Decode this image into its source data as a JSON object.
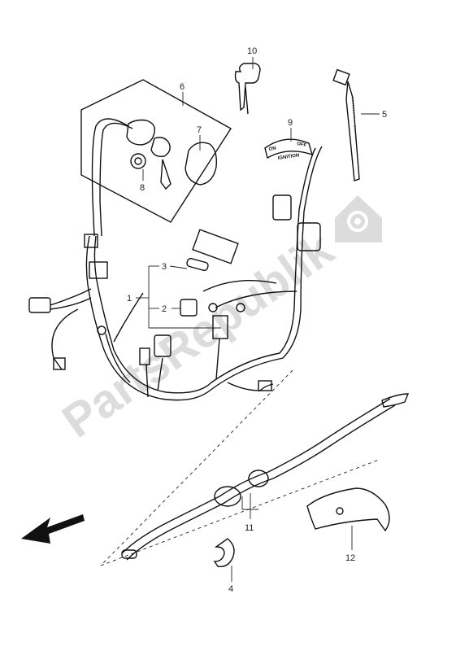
{
  "diagram": {
    "watermark_text": "PartsRepublik",
    "colors": {
      "line": "#111111",
      "watermark": "#d9d9d9",
      "background": "#ffffff"
    },
    "callouts": [
      {
        "id": "1",
        "label": "1"
      },
      {
        "id": "2",
        "label": "2"
      },
      {
        "id": "3",
        "label": "3"
      },
      {
        "id": "4",
        "label": "4"
      },
      {
        "id": "5",
        "label": "5"
      },
      {
        "id": "6",
        "label": "6"
      },
      {
        "id": "7",
        "label": "7"
      },
      {
        "id": "8",
        "label": "8"
      },
      {
        "id": "9",
        "label": "9"
      },
      {
        "id": "10",
        "label": "10"
      },
      {
        "id": "11",
        "label": "11"
      },
      {
        "id": "12",
        "label": "12"
      }
    ],
    "decal_text": {
      "on": "ON",
      "off": "OFF",
      "ignition": "IGNITION"
    },
    "icons": {
      "gear": "gear-icon",
      "front_arrow": "arrow-left-down-icon"
    }
  }
}
